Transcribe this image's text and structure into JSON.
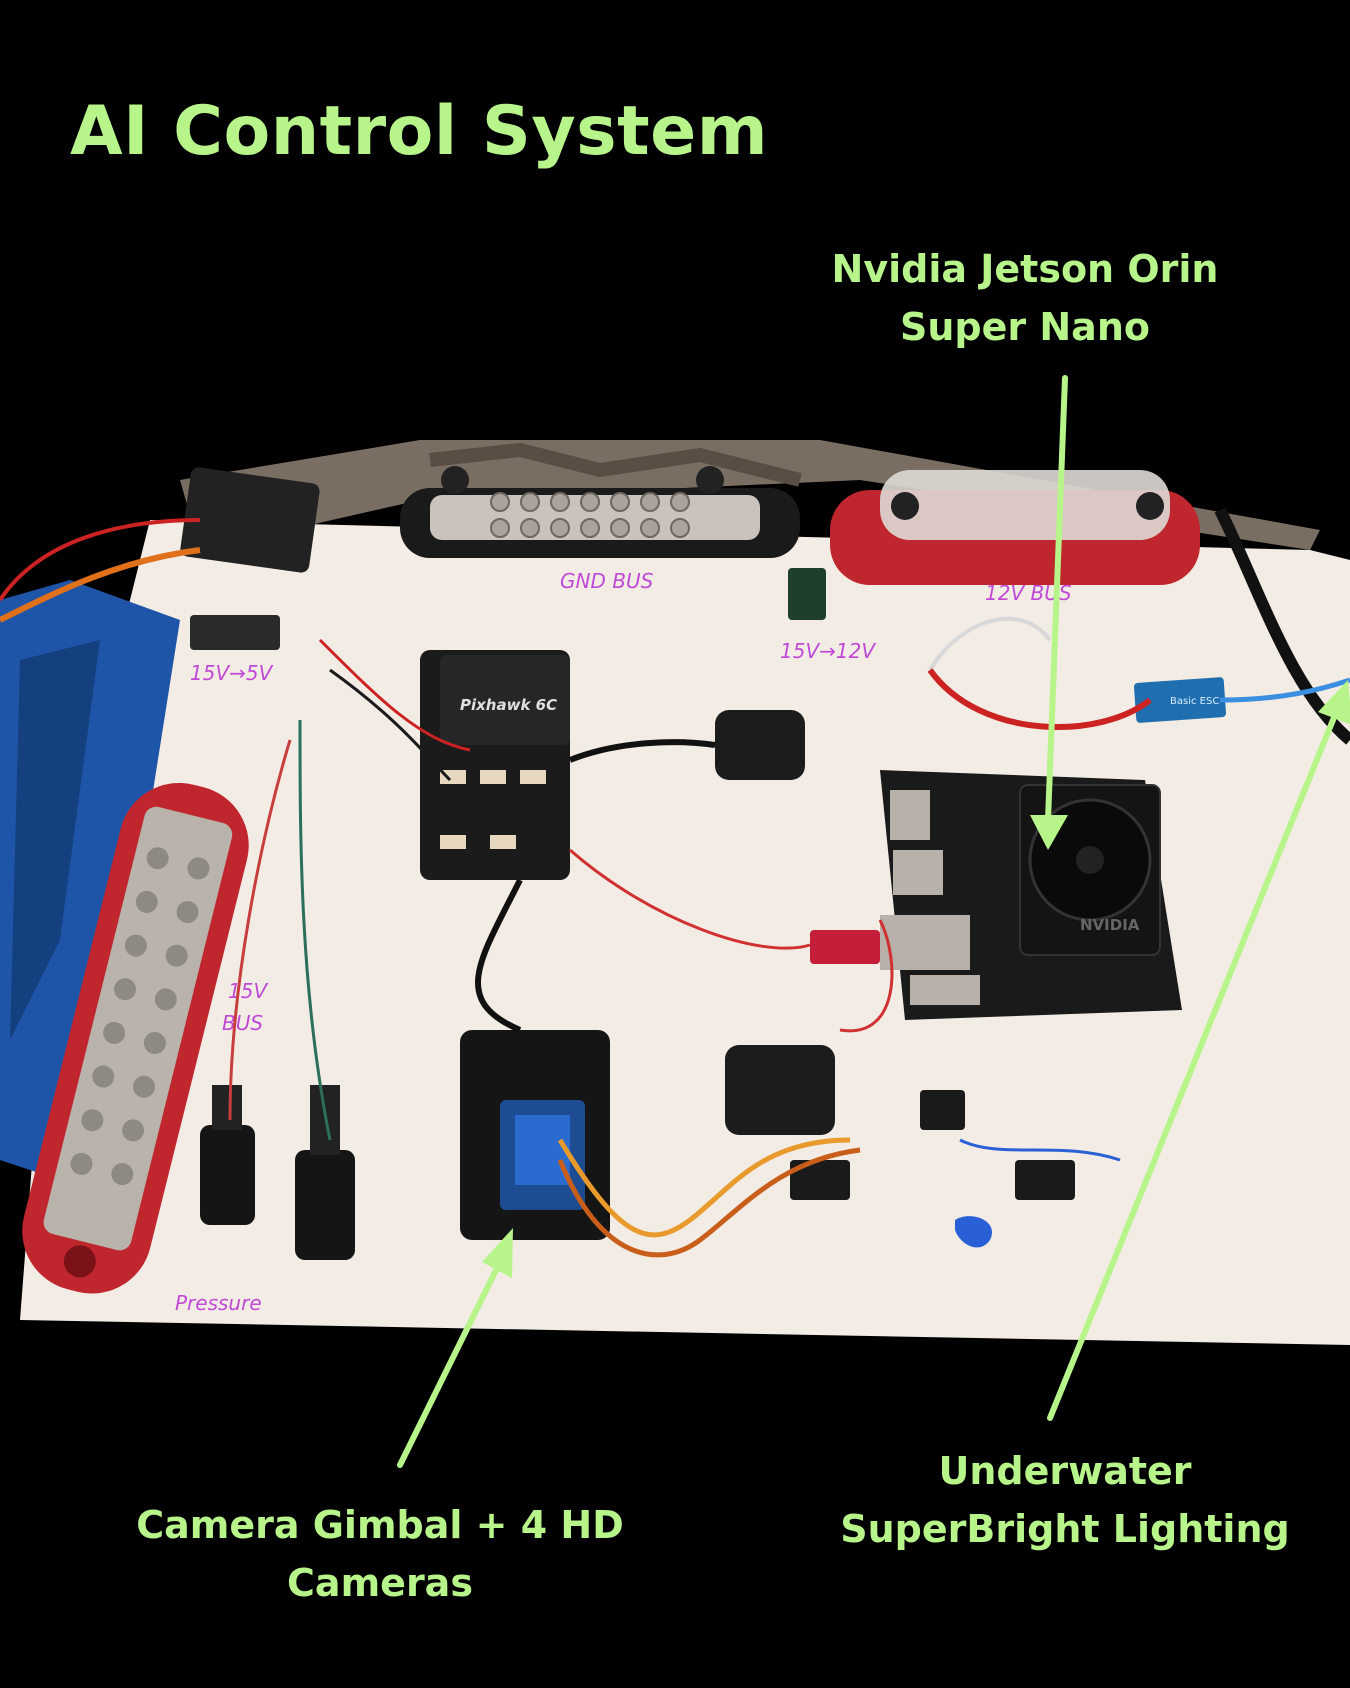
{
  "title": "AI Control System",
  "callouts": {
    "jetson": [
      "Nvidia Jetson Orin",
      "Super Nano"
    ],
    "gimbal": [
      "Camera Gimbal + 4 HD",
      "Cameras"
    ],
    "lighting": [
      "Underwater",
      "SuperBright Lighting"
    ]
  },
  "board_labels": {
    "gnd_bus": "GND BUS",
    "v12_bus": "12V BUS",
    "v15_to_12": "15V→12V",
    "v15_to_5": "15V→5V",
    "v15_bus_line1": "15V",
    "v15_bus_line2": "BUS",
    "pressure": "Pressure"
  },
  "component_text": {
    "flight_controller": "Pixhawk 6C",
    "nvidia": "NVIDIA",
    "esc": "Basic ESC"
  },
  "colors": {
    "accent": "#b7f58a",
    "background": "#000000",
    "board": "#f2ece4",
    "bus_bar_red": "#c0262d",
    "marker_purple": "#c04ad6"
  }
}
